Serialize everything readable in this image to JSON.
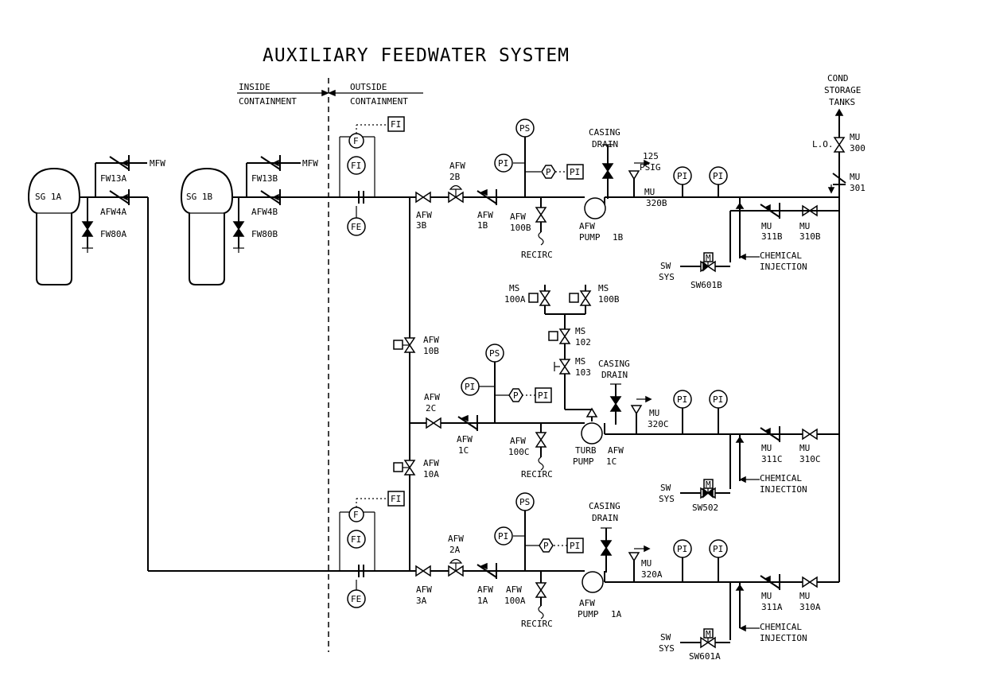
{
  "title": "AUXILIARY FEEDWATER SYSTEM",
  "boundary": {
    "inside_line1": "INSIDE",
    "inside_line2": "CONTAINMENT",
    "outside_line1": "OUTSIDE",
    "outside_line2": "CONTAINMENT"
  },
  "steam_generators": [
    {
      "label": "SG 1A"
    },
    {
      "label": "SG 1B"
    }
  ],
  "sg_a_valves": {
    "check": "FW13A",
    "mfw": "MFW",
    "afw": "AFW4A",
    "drain": "FW80A"
  },
  "sg_b_valves": {
    "check": "FW13B",
    "mfw": "MFW",
    "afw": "AFW4B",
    "drain": "FW80B"
  },
  "instruments": {
    "flow": "F",
    "flow_ind": "FI",
    "flow_elem": "FE",
    "press_sw": "PS",
    "press_ind": "PI",
    "pulse": "P"
  },
  "labels": {
    "afw": "AFW",
    "ms": "MS",
    "mu": "MU",
    "recirc": "RECIRC",
    "casing_drain_1": "CASING",
    "casing_drain_2": "DRAIN",
    "psig_1": "125",
    "psig_2": "PSIG",
    "sw": "SW",
    "sys": "SYS",
    "chem_1": "CHEMICAL",
    "chem_2": "INJECTION",
    "pump": "PUMP",
    "turb": "TURB",
    "cond_1": "COND",
    "cond_2": "STORAGE",
    "cond_3": "TANKS",
    "lo": "L.O."
  },
  "valve_numbers": {
    "afw3b": "3B",
    "afw2b": "2B",
    "afw1b": "1B",
    "afw100b": "100B",
    "pump1b": "1B",
    "afw3a": "3A",
    "afw2a": "2A",
    "afw1a": "1A",
    "afw100a": "100A",
    "pump1a": "1A",
    "afw2c": "2C",
    "afw1c": "1C",
    "afw100c": "100C",
    "pump1c": "1C",
    "afw10b": "10B",
    "afw10a": "10A",
    "ms100a": "100A",
    "ms100b": "100B",
    "ms102": "102",
    "ms103": "103",
    "mu320b": "320B",
    "mu320c": "320C",
    "mu320a": "320A",
    "mu311b": "311B",
    "mu310b": "310B",
    "mu311c": "311C",
    "mu310c": "310C",
    "mu311a": "311A",
    "mu310a": "310A",
    "mu300": "300",
    "mu301": "301",
    "sw601b": "SW601B",
    "sw502": "SW502",
    "sw601a": "SW601A"
  },
  "motor_operator": "M"
}
